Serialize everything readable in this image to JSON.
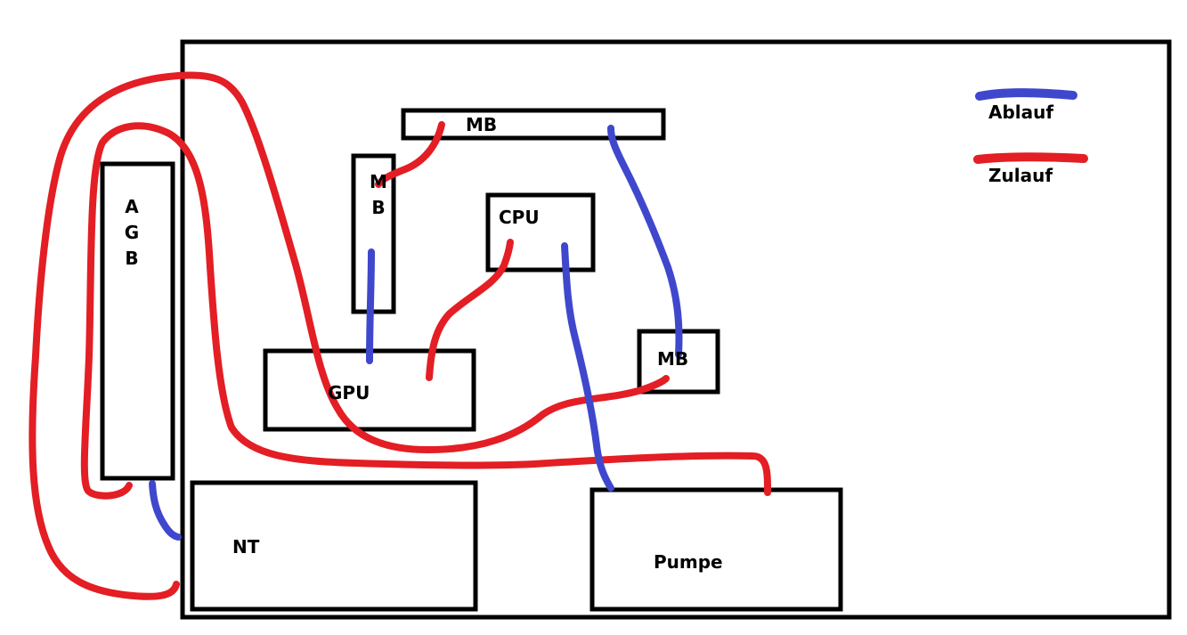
{
  "colors": {
    "ablauf": "#3f48cc",
    "zulauf": "#e31e24",
    "outline": "#000000",
    "background": "#ffffff"
  },
  "legend": {
    "items": [
      {
        "label": "Ablauf",
        "color": "#3f48cc"
      },
      {
        "label": "Zulauf",
        "color": "#e31e24"
      }
    ]
  },
  "components": {
    "case": {
      "label": ""
    },
    "agb": {
      "label": "AGB",
      "letters": [
        "A",
        "G",
        "B"
      ]
    },
    "mb_top": {
      "label": "MB"
    },
    "mb_vertical": {
      "label": "MB",
      "letters": [
        "M",
        "B"
      ]
    },
    "cpu": {
      "label": "CPU"
    },
    "gpu": {
      "label": "GPU"
    },
    "mb_small": {
      "label": "MB"
    },
    "nt": {
      "label": "NT"
    },
    "pumpe": {
      "label": "Pumpe"
    }
  },
  "connections": [
    {
      "from": "Pumpe",
      "to": "AGB",
      "type": "zulauf"
    },
    {
      "from": "AGB",
      "to": "NT side",
      "type": "ablauf"
    },
    {
      "from": "NT side",
      "to": "MB small",
      "type": "zulauf"
    },
    {
      "from": "MB small",
      "to": "MB top",
      "type": "ablauf"
    },
    {
      "from": "MB top",
      "to": "MB vertical",
      "type": "zulauf"
    },
    {
      "from": "MB vertical",
      "to": "GPU",
      "type": "ablauf"
    },
    {
      "from": "GPU",
      "to": "CPU",
      "type": "zulauf"
    },
    {
      "from": "CPU",
      "to": "Pumpe",
      "type": "ablauf"
    }
  ]
}
